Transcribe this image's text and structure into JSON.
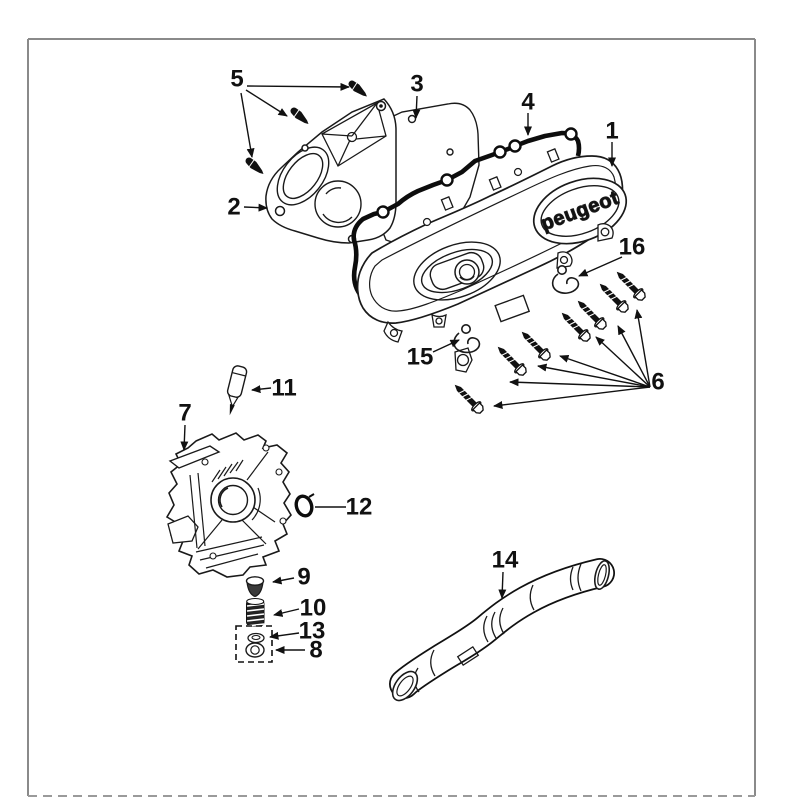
{
  "page": {
    "type": "exploded-parts-diagram-scan",
    "background_color": "#ffffff",
    "frame_color": "#8a8a8a",
    "line_color": "#111111"
  },
  "diagram": {
    "brand_label": "peugeot",
    "callouts": [
      {
        "number": "1"
      },
      {
        "number": "2"
      },
      {
        "number": "3"
      },
      {
        "number": "4"
      },
      {
        "number": "5"
      },
      {
        "number": "6"
      },
      {
        "number": "7"
      },
      {
        "number": "8"
      },
      {
        "number": "9"
      },
      {
        "number": "10"
      },
      {
        "number": "11"
      },
      {
        "number": "12"
      },
      {
        "number": "13"
      },
      {
        "number": "14"
      },
      {
        "number": "15"
      },
      {
        "number": "16"
      }
    ]
  }
}
